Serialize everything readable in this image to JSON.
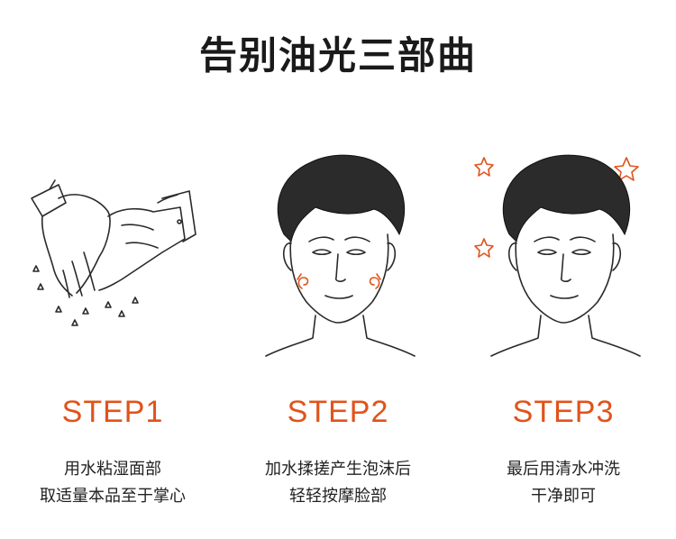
{
  "title": "告别油光三部曲",
  "steps": [
    {
      "label": "STEP1",
      "lines": [
        "用水粘湿面部",
        "取适量本品至于掌心"
      ],
      "art": "wet-hands"
    },
    {
      "label": "STEP2",
      "lines": [
        "加水揉搓产生泡沫后",
        "轻轻按摩脸部"
      ],
      "art": "face-massage"
    },
    {
      "label": "STEP3",
      "lines": [
        "最后用清水冲洗",
        "干净即可"
      ],
      "art": "face-clean"
    }
  ],
  "colors": {
    "accent": "#e0531a",
    "text": "#222222",
    "title": "#1a1a1a"
  }
}
